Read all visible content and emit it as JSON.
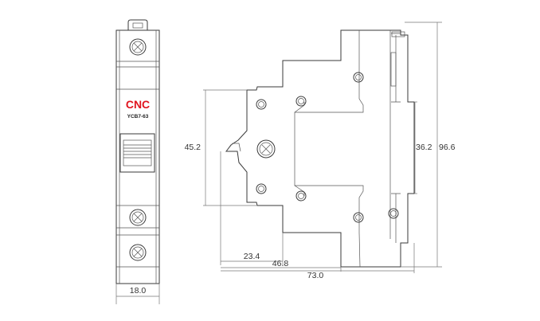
{
  "front_view": {
    "brand": "CNC",
    "model": "YCB7-63",
    "width_dim": "18.0"
  },
  "side_view": {
    "dims": {
      "height_45_2": "45.2",
      "height_36_2": "36.2",
      "height_96_6": "96.6",
      "depth_23_4": "23.4",
      "depth_46_8": "46.8",
      "depth_73_0": "73.0"
    }
  },
  "colors": {
    "brand_red": "#e0141e",
    "line": "#3a3a3a"
  }
}
